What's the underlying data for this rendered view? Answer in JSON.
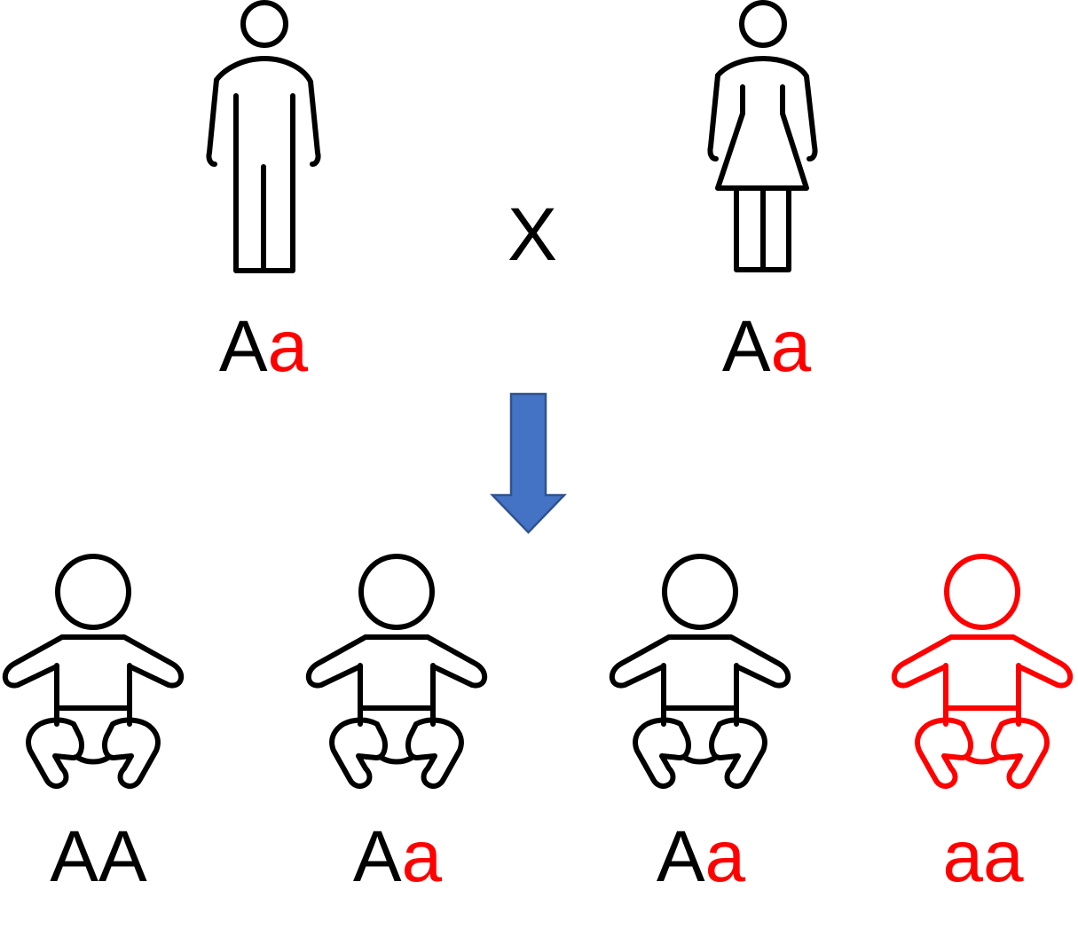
{
  "colors": {
    "dominant": "#000000",
    "recessive": "#ff0000",
    "arrow_fill": "#4472c4",
    "arrow_stroke": "#2f528f"
  },
  "cross_symbol": "X",
  "parents": [
    {
      "icon": "man-icon",
      "genotype_dominant": "A",
      "genotype_recessive": "a"
    },
    {
      "icon": "woman-icon",
      "genotype_dominant": "A",
      "genotype_recessive": "a"
    }
  ],
  "offspring": [
    {
      "icon": "baby-icon",
      "genotype_dominant": "AA",
      "genotype_recessive": "",
      "icon_color": "#000000"
    },
    {
      "icon": "baby-icon",
      "genotype_dominant": "A",
      "genotype_recessive": "a",
      "icon_color": "#000000"
    },
    {
      "icon": "baby-icon",
      "genotype_dominant": "A",
      "genotype_recessive": "a",
      "icon_color": "#000000"
    },
    {
      "icon": "baby-icon",
      "genotype_dominant": "",
      "genotype_recessive": "aa",
      "icon_color": "#ff0000"
    }
  ]
}
